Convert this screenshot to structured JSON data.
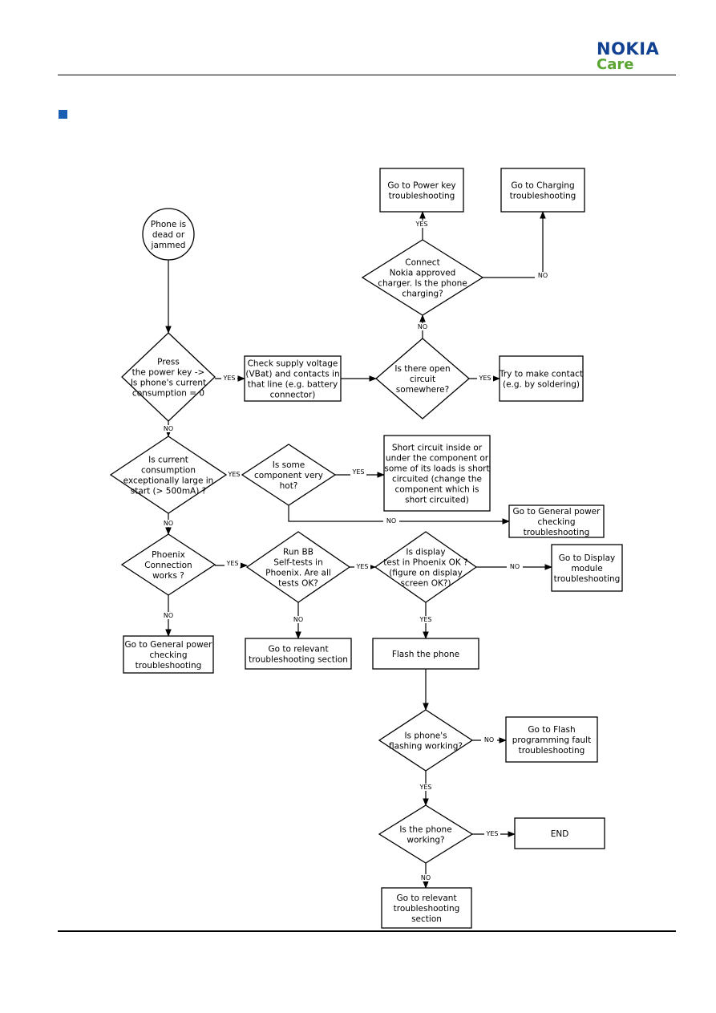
{
  "header": {
    "brand": "NOKIA",
    "sub_brand": "Care",
    "brand_color": "#124191",
    "sub_brand_color": "#5ba532",
    "bullet_color": "#1a5fb4"
  },
  "diagram": {
    "nodes": [
      {
        "id": "start",
        "shape": "circle",
        "lines": [
          "Phone is",
          "dead or",
          "jammed"
        ]
      },
      {
        "id": "d_power",
        "shape": "diamond",
        "lines": [
          "Press",
          "the power key ->",
          "Is phone's current",
          "consumption = 0"
        ]
      },
      {
        "id": "check_supply",
        "shape": "rect",
        "lines": [
          "Check supply voltage",
          "(VBat) and contacts in",
          "that line (e.g. battery",
          "connector)"
        ]
      },
      {
        "id": "d_open",
        "shape": "diamond",
        "lines": [
          "Is there open",
          "circuit",
          "somewhere?"
        ]
      },
      {
        "id": "make_contact",
        "shape": "rect",
        "lines": [
          "Try to make contact",
          "(e.g. by soldering)"
        ]
      },
      {
        "id": "d_charger",
        "shape": "diamond",
        "lines": [
          "Connect",
          "Nokia approved",
          "charger. Is the phone",
          "charging?"
        ]
      },
      {
        "id": "powerkey",
        "shape": "rect",
        "lines": [
          "Go to Power key",
          "troubleshooting"
        ]
      },
      {
        "id": "charging",
        "shape": "rect",
        "lines": [
          "Go to Charging",
          "troubleshooting"
        ]
      },
      {
        "id": "d_large",
        "shape": "diamond",
        "lines": [
          "Is current",
          "consumption",
          "exceptionally large in",
          "start (> 500mA) ?"
        ]
      },
      {
        "id": "d_hot",
        "shape": "diamond",
        "lines": [
          "Is some",
          "component very",
          "hot?"
        ]
      },
      {
        "id": "short",
        "shape": "rect",
        "lines": [
          "Short circuit inside or",
          "under the component or",
          "some of its loads is short",
          "circuited (change the",
          "component which is",
          "short circuited)"
        ]
      },
      {
        "id": "genpower1",
        "shape": "rect",
        "lines": [
          "Go to General power",
          "checking",
          "troubleshooting"
        ]
      },
      {
        "id": "d_phoenix",
        "shape": "diamond",
        "lines": [
          "Phoenix",
          "Connection",
          "works ?"
        ]
      },
      {
        "id": "d_bb",
        "shape": "diamond",
        "lines": [
          "Run BB",
          "Self-tests in",
          "Phoenix. Are all",
          "tests OK?"
        ]
      },
      {
        "id": "d_display",
        "shape": "diamond",
        "lines": [
          "Is display",
          "test in Phoenix OK ?",
          "(figure on display",
          "screen OK?)"
        ]
      },
      {
        "id": "display",
        "shape": "rect",
        "lines": [
          "Go to Display",
          "module",
          "troubleshooting"
        ]
      },
      {
        "id": "genpower2",
        "shape": "rect",
        "lines": [
          "Go to General power",
          "checking",
          "troubleshooting"
        ]
      },
      {
        "id": "relevant1",
        "shape": "rect",
        "lines": [
          "Go to relevant",
          "troubleshooting section"
        ]
      },
      {
        "id": "flash",
        "shape": "rect",
        "lines": [
          "Flash the phone"
        ]
      },
      {
        "id": "d_flashing",
        "shape": "diamond",
        "lines": [
          "Is phone's",
          "flashing working?"
        ]
      },
      {
        "id": "flashfault",
        "shape": "rect",
        "lines": [
          "Go to Flash",
          "programming fault",
          "troubleshooting"
        ]
      },
      {
        "id": "d_working",
        "shape": "diamond",
        "lines": [
          "Is the phone",
          "working?"
        ]
      },
      {
        "id": "end",
        "shape": "rect",
        "lines": [
          "END"
        ]
      },
      {
        "id": "relevant2",
        "shape": "rect",
        "lines": [
          "Go to relevant",
          "troubleshooting",
          "section"
        ]
      }
    ],
    "edges": [
      {
        "from": "start",
        "to": "d_power",
        "label": ""
      },
      {
        "from": "d_power",
        "to": "check_supply",
        "label": "YES"
      },
      {
        "from": "check_supply",
        "to": "d_open",
        "label": ""
      },
      {
        "from": "d_open",
        "to": "make_contact",
        "label": "YES"
      },
      {
        "from": "d_open",
        "to": "d_charger",
        "label": "NO"
      },
      {
        "from": "d_charger",
        "to": "powerkey",
        "label": "YES"
      },
      {
        "from": "d_charger",
        "to": "charging",
        "label": "NO"
      },
      {
        "from": "d_power",
        "to": "d_large",
        "label": "NO"
      },
      {
        "from": "d_large",
        "to": "d_hot",
        "label": "YES"
      },
      {
        "from": "d_hot",
        "to": "short",
        "label": "YES"
      },
      {
        "from": "d_hot",
        "to": "genpower1",
        "label": "NO"
      },
      {
        "from": "d_large",
        "to": "d_phoenix",
        "label": "NO"
      },
      {
        "from": "d_phoenix",
        "to": "d_bb",
        "label": "YES"
      },
      {
        "from": "d_phoenix",
        "to": "genpower2",
        "label": "NO"
      },
      {
        "from": "d_bb",
        "to": "d_display",
        "label": "YES"
      },
      {
        "from": "d_bb",
        "to": "relevant1",
        "label": "NO"
      },
      {
        "from": "d_display",
        "to": "display",
        "label": "NO"
      },
      {
        "from": "d_display",
        "to": "flash",
        "label": "YES"
      },
      {
        "from": "flash",
        "to": "d_flashing",
        "label": ""
      },
      {
        "from": "d_flashing",
        "to": "flashfault",
        "label": "NO"
      },
      {
        "from": "d_flashing",
        "to": "d_working",
        "label": "YES"
      },
      {
        "from": "d_working",
        "to": "end",
        "label": "YES"
      },
      {
        "from": "d_working",
        "to": "relevant2",
        "label": "NO"
      }
    ]
  }
}
